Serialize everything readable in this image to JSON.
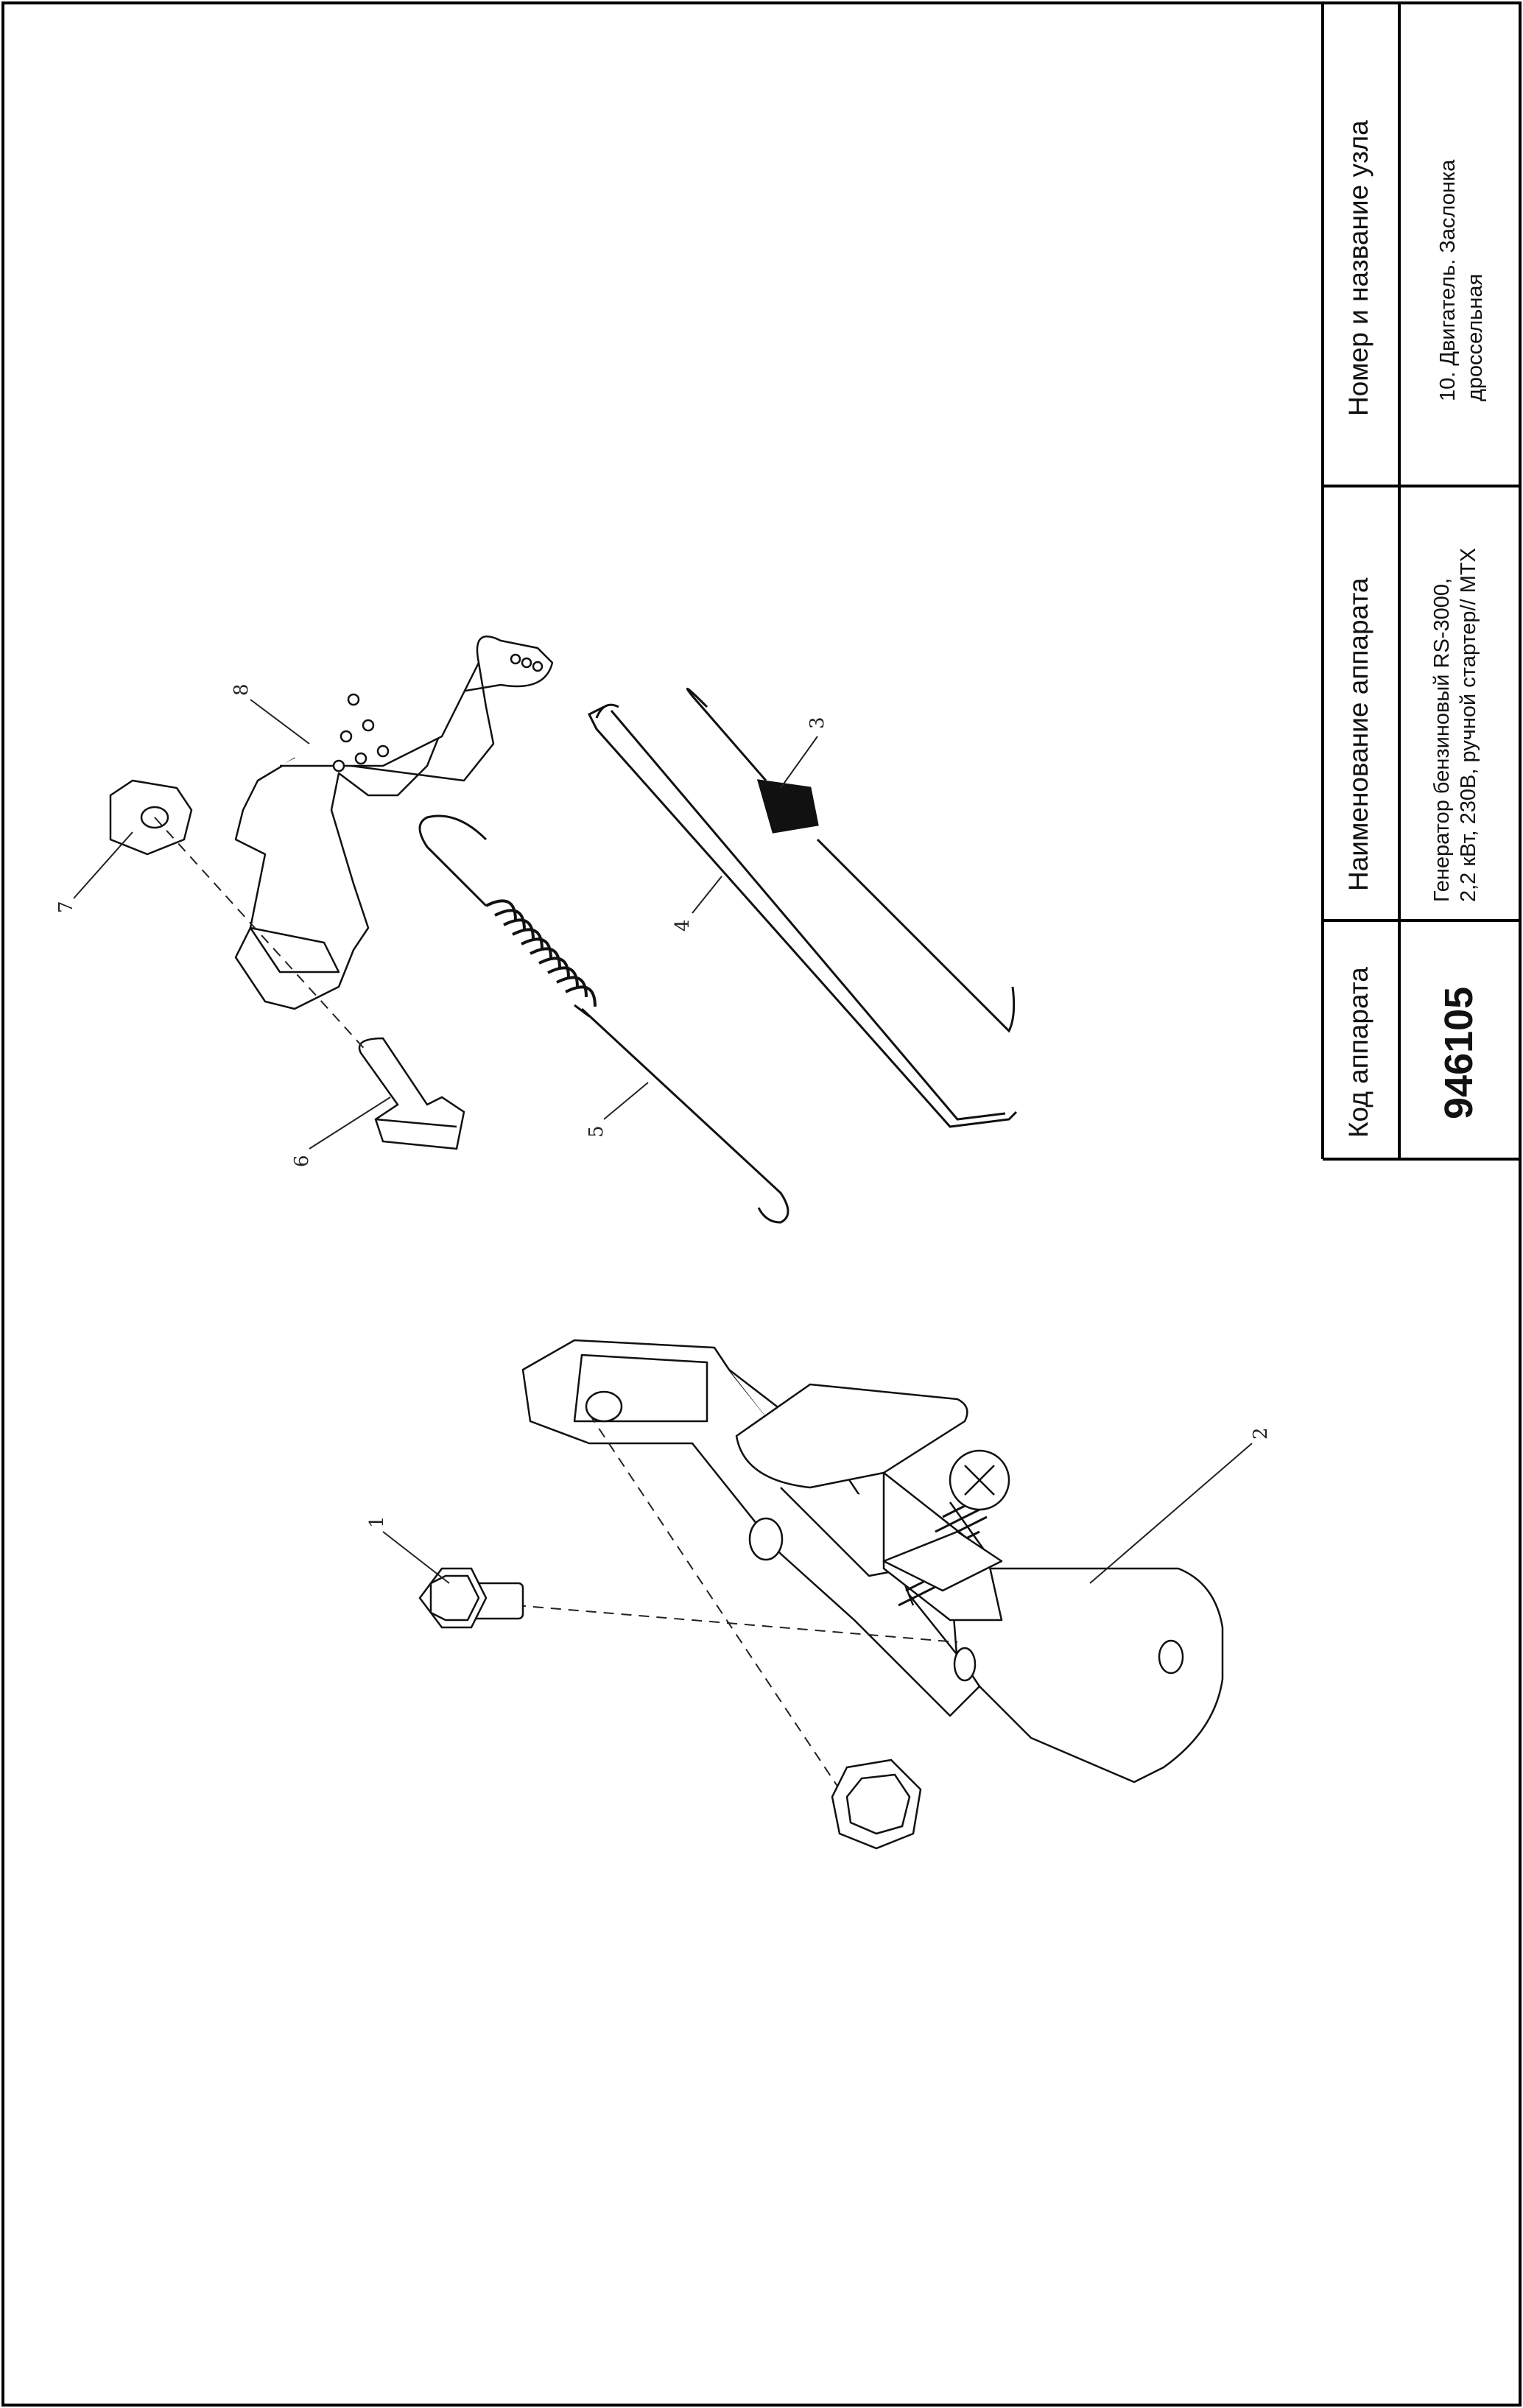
{
  "title_block": {
    "code_header": "Код аппарата",
    "code_value": "946105",
    "name_header": "Наименование аппарата",
    "name_line1": "Генератор бензиновый RS-3000,",
    "name_line2": "2,2 кВт, 230В, ручной стартер// МТХ",
    "unit_header": "Номер и название узла",
    "unit_line1": "10. Двигатель. Заслонка",
    "unit_line2": "дроссельная"
  },
  "callouts": [
    "1",
    "2",
    "3",
    "4",
    "5",
    "6",
    "7",
    "8"
  ]
}
